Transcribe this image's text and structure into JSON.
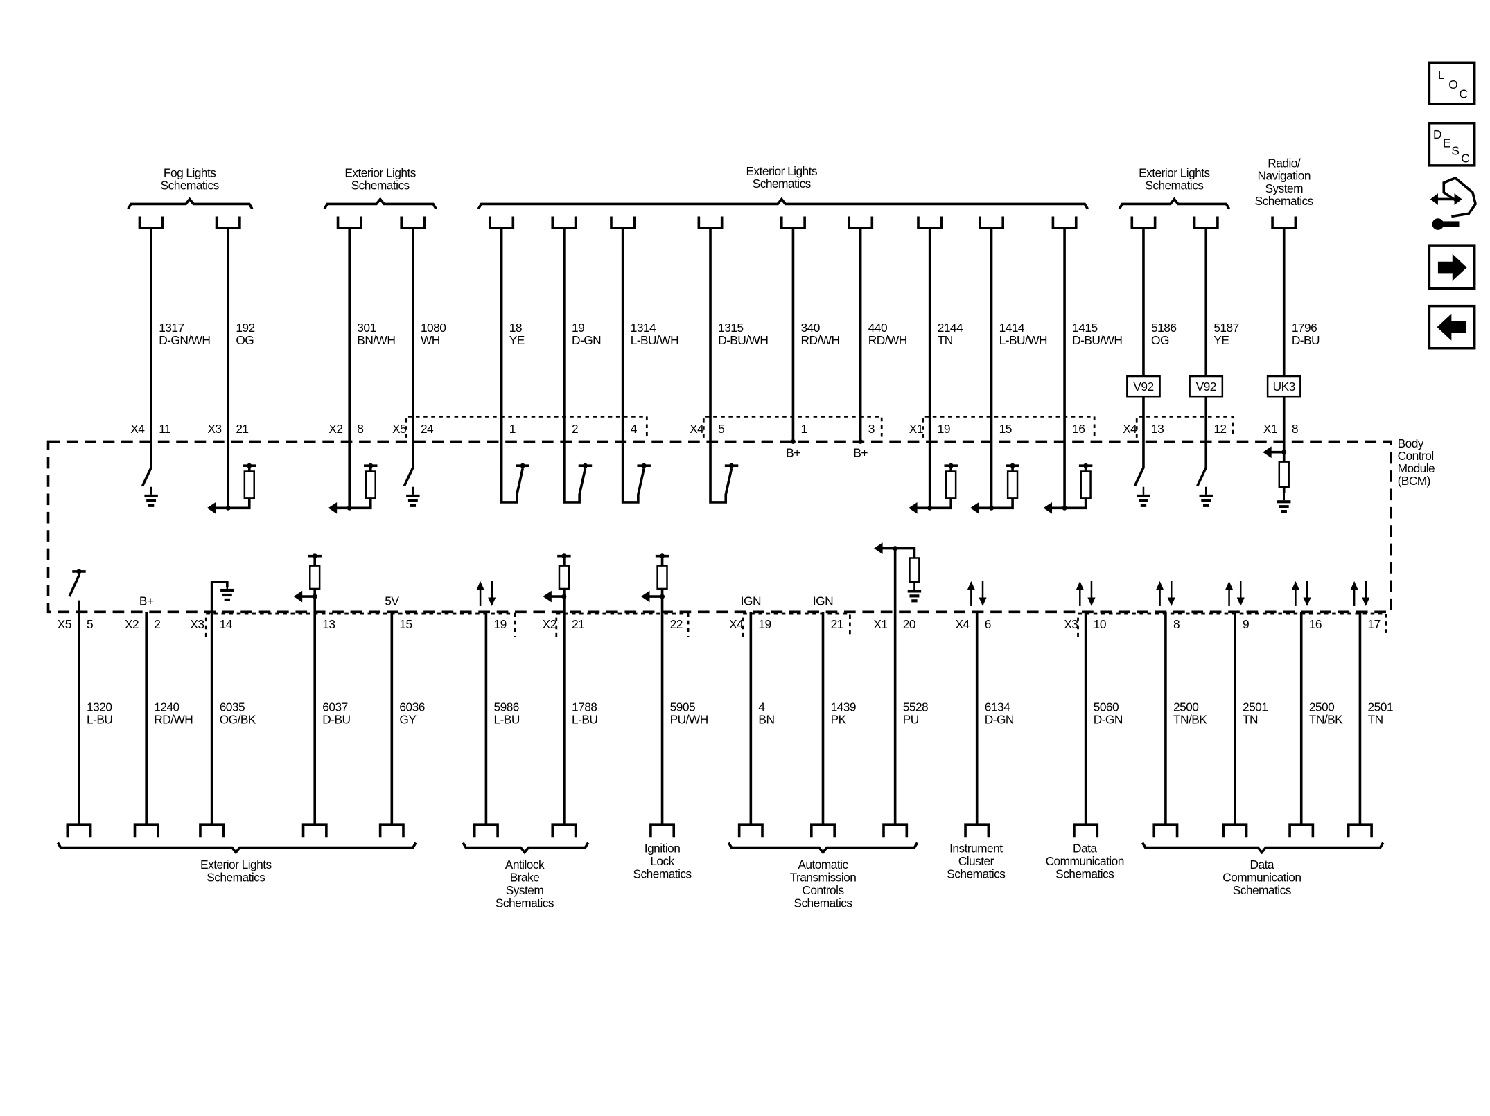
{
  "top_groups": [
    {
      "lines": [
        "Fog Lights",
        "Schematics"
      ]
    },
    {
      "lines": [
        "Exterior Lights",
        "Schematics"
      ]
    },
    {
      "lines": [
        "Exterior Lights",
        "Schematics"
      ]
    },
    {
      "lines": [
        "Exterior Lights",
        "Schematics"
      ]
    },
    {
      "lines": [
        "Radio/",
        "Navigation",
        "System",
        "Schematics"
      ]
    }
  ],
  "top_wires": [
    {
      "circuit": "1317",
      "color": "D-GN/WH",
      "connector": "X4",
      "pin": "11"
    },
    {
      "circuit": "192",
      "color": "OG",
      "connector": "X3",
      "pin": "21"
    },
    {
      "circuit": "301",
      "color": "BN/WH",
      "connector": "X2",
      "pin": "8"
    },
    {
      "circuit": "1080",
      "color": "WH",
      "connector": "X5",
      "pin": "24"
    },
    {
      "circuit": "18",
      "color": "YE",
      "connector": "",
      "pin": "1"
    },
    {
      "circuit": "19",
      "color": "D-GN",
      "connector": "",
      "pin": "2"
    },
    {
      "circuit": "1314",
      "color": "L-BU/WH",
      "connector": "",
      "pin": "4"
    },
    {
      "circuit": "1315",
      "color": "D-BU/WH",
      "connector": "X4",
      "pin": "5"
    },
    {
      "circuit": "340",
      "color": "RD/WH",
      "connector": "",
      "pin": "1",
      "supply": "B+"
    },
    {
      "circuit": "440",
      "color": "RD/WH",
      "connector": "",
      "pin": "3",
      "supply": "B+"
    },
    {
      "circuit": "2144",
      "color": "TN",
      "connector": "X1",
      "pin": "19"
    },
    {
      "circuit": "1414",
      "color": "L-BU/WH",
      "connector": "",
      "pin": "15"
    },
    {
      "circuit": "1415",
      "color": "D-BU/WH",
      "connector": "",
      "pin": "16"
    },
    {
      "circuit": "5186",
      "color": "OG",
      "connector": "X4",
      "pin": "13",
      "option": "V92"
    },
    {
      "circuit": "5187",
      "color": "YE",
      "connector": "",
      "pin": "12",
      "option": "V92"
    },
    {
      "circuit": "1796",
      "color": "D-BU",
      "connector": "X1",
      "pin": "8",
      "option": "UK3"
    }
  ],
  "module": {
    "lines": [
      "Body",
      "Control",
      "Module",
      "(BCM)"
    ]
  },
  "bottom_wires": [
    {
      "circuit": "1320",
      "color": "L-BU",
      "connector": "X5",
      "pin": "5"
    },
    {
      "circuit": "1240",
      "color": "RD/WH",
      "connector": "X2",
      "pin": "2",
      "supply": "B+"
    },
    {
      "circuit": "6035",
      "color": "OG/BK",
      "connector": "X3",
      "pin": "14"
    },
    {
      "circuit": "6037",
      "color": "D-BU",
      "connector": "",
      "pin": "13"
    },
    {
      "circuit": "6036",
      "color": "GY",
      "connector": "",
      "pin": "15",
      "supply": "5V"
    },
    {
      "circuit": "5986",
      "color": "L-BU",
      "connector": "",
      "pin": "19"
    },
    {
      "circuit": "1788",
      "color": "L-BU",
      "connector": "X2",
      "pin": "21"
    },
    {
      "circuit": "5905",
      "color": "PU/WH",
      "connector": "",
      "pin": "22"
    },
    {
      "circuit": "4",
      "color": "BN",
      "connector": "X4",
      "pin": "19",
      "supply": "IGN"
    },
    {
      "circuit": "1439",
      "color": "PK",
      "connector": "",
      "pin": "21",
      "supply": "IGN"
    },
    {
      "circuit": "5528",
      "color": "PU",
      "connector": "X1",
      "pin": "20"
    },
    {
      "circuit": "6134",
      "color": "D-GN",
      "connector": "X4",
      "pin": "6"
    },
    {
      "circuit": "5060",
      "color": "D-GN",
      "connector": "X3",
      "pin": "10"
    },
    {
      "circuit": "2500",
      "color": "TN/BK",
      "connector": "",
      "pin": "8"
    },
    {
      "circuit": "2501",
      "color": "TN",
      "connector": "",
      "pin": "9"
    },
    {
      "circuit": "2500",
      "color": "TN/BK",
      "connector": "",
      "pin": "16"
    },
    {
      "circuit": "2501",
      "color": "TN",
      "connector": "",
      "pin": "17"
    }
  ],
  "bottom_groups": [
    {
      "lines": [
        "Exterior Lights",
        "Schematics"
      ]
    },
    {
      "lines": [
        "Antilock",
        "Brake",
        "System",
        "Schematics"
      ]
    },
    {
      "lines": [
        "Ignition",
        "Lock",
        "Schematics"
      ]
    },
    {
      "lines": [
        "Automatic",
        "Transmission",
        "Controls",
        "Schematics"
      ]
    },
    {
      "lines": [
        "Instrument",
        "Cluster",
        "Schematics"
      ]
    },
    {
      "lines": [
        "Data",
        "Communication",
        "Schematics"
      ]
    },
    {
      "lines": [
        "Data",
        "Communication",
        "Schematics"
      ]
    }
  ],
  "nav": {
    "loc": [
      "L",
      "O",
      "C"
    ],
    "desc": [
      "D",
      "E",
      "S",
      "C"
    ],
    "icons": [
      "loc-icon",
      "desc-icon",
      "connector-wrench-icon",
      "next-arrow-icon",
      "previous-arrow-icon"
    ]
  }
}
